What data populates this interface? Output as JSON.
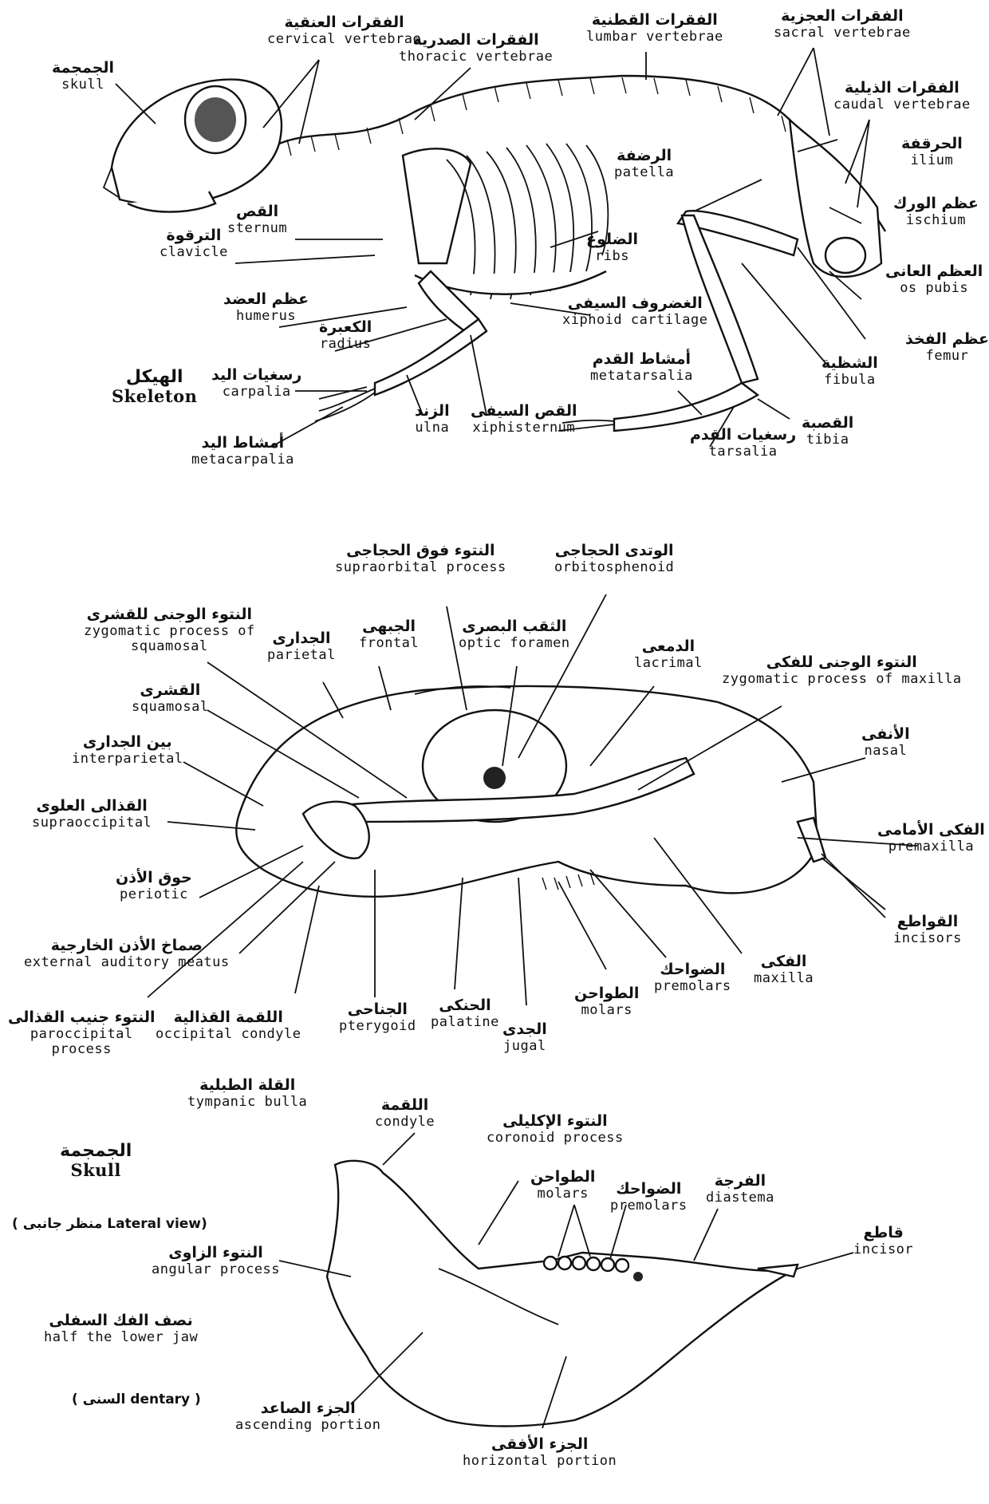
{
  "skeleton": {
    "title": {
      "ar": "الهيكل",
      "en": "Skeleton"
    },
    "labels": {
      "skull": {
        "ar": "الجمجمة",
        "en": "skull"
      },
      "cervical": {
        "ar": "الفقرات العنقية",
        "en": "cervical vertebrae"
      },
      "thoracic": {
        "ar": "الفقرات الصدرية",
        "en": "thoracic vertebrae"
      },
      "lumbar": {
        "ar": "الفقرات القطنية",
        "en": "lumbar vertebrae"
      },
      "sacral": {
        "ar": "الفقرات العجزية",
        "en": "sacral vertebrae"
      },
      "caudal": {
        "ar": "الفقرات الذيلية",
        "en": "caudal vertebrae"
      },
      "ilium": {
        "ar": "الحرقفة",
        "en": "ilium"
      },
      "ischium": {
        "ar": "عظم الورك",
        "en": "ischium"
      },
      "pubis": {
        "ar": "العظم العانى",
        "en": "os pubis"
      },
      "femur": {
        "ar": "عظم الفخذ",
        "en": "femur"
      },
      "patella": {
        "ar": "الرضفة",
        "en": "patella"
      },
      "ribs": {
        "ar": "الضلوع",
        "en": "ribs"
      },
      "sternum": {
        "ar": "القص",
        "en": "sternum"
      },
      "clavicle": {
        "ar": "الترقوة",
        "en": "clavicle"
      },
      "humerus": {
        "ar": "عظم العضد",
        "en": "humerus"
      },
      "radius": {
        "ar": "الكعبرة",
        "en": "radius"
      },
      "carpalia": {
        "ar": "رسغيات اليد",
        "en": "carpalia"
      },
      "metacarpalia": {
        "ar": "أمشاط اليد",
        "en": "metacarpalia"
      },
      "ulna": {
        "ar": "الزند",
        "en": "ulna"
      },
      "xiphisternum": {
        "ar": "القص السيفى",
        "en": "xiphisternum"
      },
      "xiphoid": {
        "ar": "الغضروف السيفى",
        "en": "xiphoid cartilage"
      },
      "metatarsalia": {
        "ar": "أمشاط القدم",
        "en": "metatarsalia"
      },
      "tarsalia": {
        "ar": "رسغيات القدم",
        "en": "tarsalia"
      },
      "tibia": {
        "ar": "القصبة",
        "en": "tibia"
      },
      "fibula": {
        "ar": "الشظية",
        "en": "fibula"
      }
    }
  },
  "skull": {
    "title": {
      "ar": "الجمجمة",
      "en": "Skull"
    },
    "view": "( منظر جانبى Lateral view)",
    "labels": {
      "supraorbital": {
        "ar": "النتوء فوق الحجاجى",
        "en": "supraorbital process"
      },
      "orbitosphenoid": {
        "ar": "الوتدى الحجاجى",
        "en": "orbitosphenoid"
      },
      "zyg_squamosal": {
        "ar": "النتوء الوجنى للقشرى",
        "en": "zygomatic process of\nsquamosal"
      },
      "parietal": {
        "ar": "الجدارى",
        "en": "parietal"
      },
      "frontal": {
        "ar": "الجبهى",
        "en": "frontal"
      },
      "optic": {
        "ar": "الثقب البصرى",
        "en": "optic foramen"
      },
      "lacrimal": {
        "ar": "الدمعى",
        "en": "lacrimal"
      },
      "zyg_maxilla": {
        "ar": "النتوء الوجنى للفكى",
        "en": "zygomatic process of maxilla"
      },
      "squamosal": {
        "ar": "القشرى",
        "en": "squamosal"
      },
      "interparietal": {
        "ar": "بين الجدارى",
        "en": "interparietal"
      },
      "nasal": {
        "ar": "الأنفى",
        "en": "nasal"
      },
      "supraoccipital": {
        "ar": "القذالى العلوى",
        "en": "supraoccipital"
      },
      "premaxilla": {
        "ar": "الفكى الأمامى",
        "en": "premaxilla"
      },
      "periotic": {
        "ar": "حوق الأذن",
        "en": "periotic"
      },
      "incisors": {
        "ar": "القواطع",
        "en": "incisors"
      },
      "meatus": {
        "ar": "صماخ الأذن الخارجية",
        "en": "external auditory meatus"
      },
      "maxilla": {
        "ar": "الفكى",
        "en": "maxilla"
      },
      "premolars": {
        "ar": "الضواحك",
        "en": "premolars"
      },
      "paroccipital": {
        "ar": "النتوء جنيب القذالى",
        "en": "paroccipital\nprocess"
      },
      "occ_condyle": {
        "ar": "اللقمة القذالية",
        "en": "occipital condyle"
      },
      "pterygoid": {
        "ar": "الجناحى",
        "en": "pterygoid"
      },
      "palatine": {
        "ar": "الحنكى",
        "en": "palatine"
      },
      "molars": {
        "ar": "الطواحن",
        "en": "molars"
      },
      "jugal": {
        "ar": "الجدى",
        "en": "jugal"
      },
      "bulla": {
        "ar": "القلة الطبلية",
        "en": "tympanic bulla"
      }
    }
  },
  "jaw": {
    "title": {
      "ar": "نصف الفك السفلى",
      "en": "half the lower jaw"
    },
    "dentary": "( السنى dentary )",
    "labels": {
      "condyle": {
        "ar": "اللقمة",
        "en": "condyle"
      },
      "coronoid": {
        "ar": "النتوء الإكليلى",
        "en": "coronoid process"
      },
      "molars": {
        "ar": "الطواحن",
        "en": "molars"
      },
      "premolars": {
        "ar": "الضواحك",
        "en": "premolars"
      },
      "diastema": {
        "ar": "الفرجة",
        "en": "diastema"
      },
      "incisor": {
        "ar": "قاطع",
        "en": "incisor"
      },
      "angular": {
        "ar": "النتوء الزاوى",
        "en": "angular process"
      },
      "ascending": {
        "ar": "الجزء الصاعد",
        "en": "ascending portion"
      },
      "horizontal": {
        "ar": "الجزء الأفقى",
        "en": "horizontal portion"
      }
    }
  }
}
